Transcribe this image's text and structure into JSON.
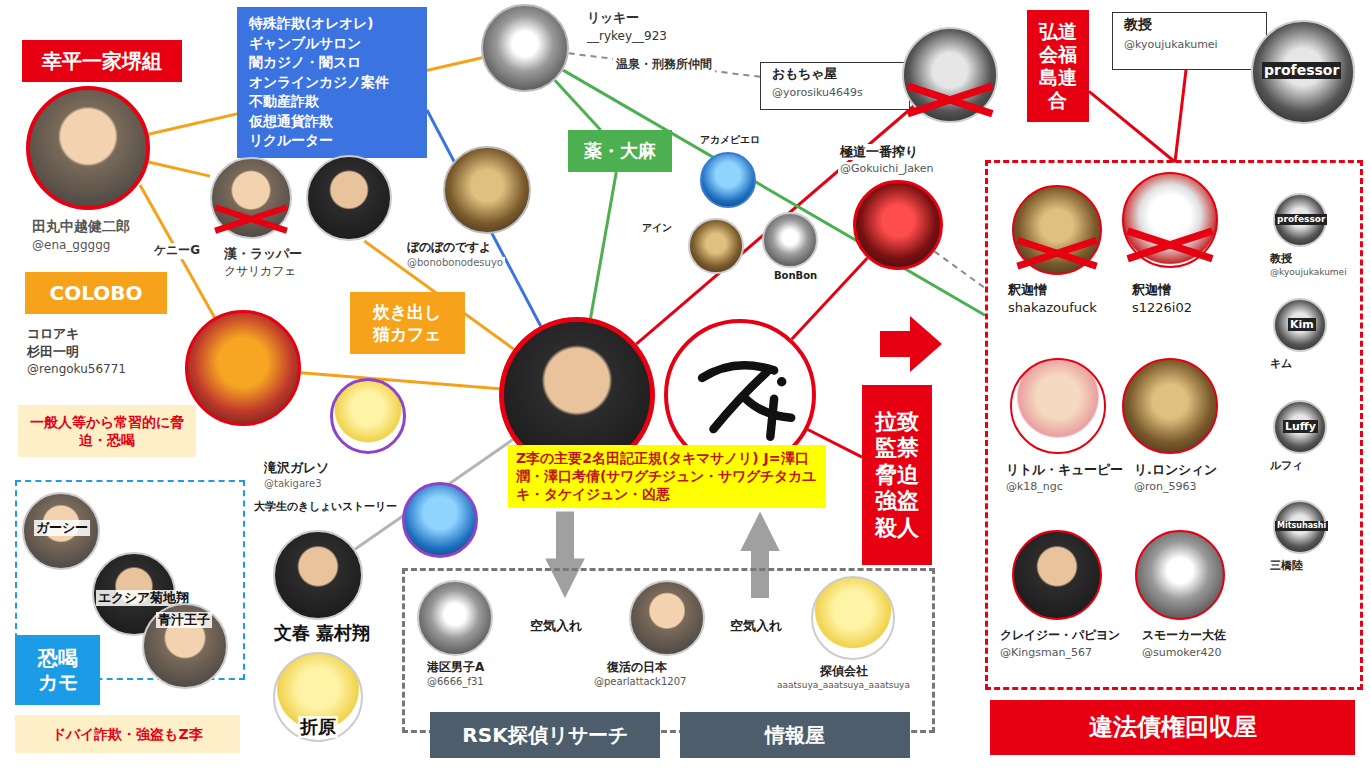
{
  "diagram": {
    "nodes": [
      {
        "text": [
          "幸平一家堺組"
        ]
      },
      {
        "text": [
          "田丸中越健二郎",
          "@ena_ggggg"
        ]
      },
      {
        "text": [
          "特殊詐欺(オレオレ)",
          "ギャンブルサロン",
          "闇カジノ・闇スロ",
          "オンラインカジノ案件",
          "不動産詐欺",
          "仮想通貨詐欺",
          "リクルーター"
        ]
      },
      {
        "text": [
          "リッキー",
          "__rykey__923"
        ]
      },
      {
        "text": [
          "漢・ラッパー",
          "クサリカフェ"
        ]
      },
      {
        "text": [
          "ぼのぼのですよ",
          "@bonobonodesuyo"
        ]
      },
      {
        "text": [
          "COLOBO"
        ]
      },
      {
        "text": [
          "コロアキ",
          "杉田一明",
          "@rengoku56771"
        ]
      },
      {
        "text": [
          "炊き出し猫カフェ"
        ]
      },
      {
        "text": [
          "一般人等から常習的に脅迫・恐喝"
        ]
      },
      {
        "text": [
          "滝沢ガレソ",
          "@takigare3"
        ]
      },
      {
        "text": [
          "大学生のきしょいストーリー"
        ]
      },
      {
        "text": [
          "恐喝カモ"
        ]
      },
      {
        "text": [
          "ガーシー"
        ],
        "in": 12
      },
      {
        "text": [
          "エクシア菊地翔"
        ],
        "in": 12
      },
      {
        "text": [
          "青汁王子"
        ],
        "in": 12
      },
      {
        "text": [
          "ドバイ詐欺・強盗もZ李"
        ]
      },
      {
        "text": [
          "文春 嘉村翔"
        ]
      },
      {
        "text": [
          "折原"
        ]
      },
      {
        "text": [
          "Z李の主要2名田記正規(タキマサノリ) J=澤口潤・澤口考倩(サワグチジュン・サワグチタカユキ・タケイジュン・凶悪"
        ]
      },
      {
        "text": [
          "薬・大麻"
        ]
      },
      {
        "text": [
          "おもちゃ屋",
          "@yorosiku4649s"
        ]
      },
      {
        "text": [
          "弘道会福島連合"
        ]
      },
      {
        "text": [
          "教授",
          "@kyoujukakumei",
          "professor"
        ]
      },
      {
        "text": [
          "アカメピエロ"
        ]
      },
      {
        "text": [
          "BonBon"
        ]
      },
      {
        "text": [
          "アイン"
        ]
      },
      {
        "text": [
          "極道一番搾り",
          "@Gokuichi_Jaken"
        ]
      },
      {
        "text": [
          "拉致監禁脅迫強盗殺人"
        ]
      },
      {
        "text": [
          "違法債権回収屋"
        ]
      },
      {
        "text": [
          "釈迦憎",
          "shakazoufuck"
        ],
        "in": 29
      },
      {
        "text": [
          "釈迦憎",
          "s1226i02"
        ],
        "in": 29
      },
      {
        "text": [
          "professor",
          "教授",
          "@kyoujukakumei"
        ],
        "in": 29
      },
      {
        "text": [
          "Kim",
          "キム"
        ],
        "in": 29
      },
      {
        "text": [
          "Luffy",
          "ルフィ"
        ],
        "in": 29
      },
      {
        "text": [
          "Mitsuhashi",
          "三橋陸"
        ],
        "in": 29
      },
      {
        "text": [
          "リトル・キューピー",
          "@k18_ngc"
        ],
        "in": 29
      },
      {
        "text": [
          "リ.ロンシィン",
          "@ron_5963"
        ],
        "in": 29
      },
      {
        "text": [
          "クレイジー・パピヨン",
          "@Kingsman_567"
        ],
        "in": 29
      },
      {
        "text": [
          "スモーカー大佐",
          "@sumoker420"
        ],
        "in": 29
      },
      {
        "text": [
          "RSK探偵リサーチ",
          "情報屋"
        ]
      },
      {
        "text": [
          "港区男子A",
          "@6666_f31"
        ],
        "in": 40
      },
      {
        "text": [
          "復活の日本",
          "@pearlattack1207"
        ],
        "in": 40
      },
      {
        "text": [
          "探偵会社",
          "aaatsuya_aaatsuya_aaatsuya"
        ],
        "in": 40
      }
    ],
    "edges": [
      {
        "from": 1,
        "to": 3,
        "arrow": "none"
      },
      {
        "from": 1,
        "to": 4,
        "arrow": "none"
      },
      {
        "from": 1,
        "to": 7,
        "arrow": "none",
        "label": "ケニーG"
      },
      {
        "from": 4,
        "to": 19,
        "arrow": "none"
      },
      {
        "from": 7,
        "to": 19,
        "arrow": "none"
      },
      {
        "from": 2,
        "to": 19,
        "arrow": "none"
      },
      {
        "from": 3,
        "to": 20,
        "arrow": "none"
      },
      {
        "from": 20,
        "to": 19,
        "arrow": "none"
      },
      {
        "from": 3,
        "to": 21,
        "arrow": "none",
        "label": "温泉・刑務所仲間"
      },
      {
        "from": 19,
        "to": 21,
        "arrow": "none"
      },
      {
        "from": 19,
        "to": 27,
        "arrow": "none"
      },
      {
        "from": 3,
        "to": 29,
        "arrow": "none"
      },
      {
        "from": 27,
        "to": 29,
        "arrow": "none"
      },
      {
        "from": 19,
        "to": 28,
        "arrow": "none"
      },
      {
        "from": 22,
        "to": 29,
        "arrow": "none"
      },
      {
        "from": 23,
        "to": 29,
        "arrow": "none"
      },
      {
        "from": 19,
        "to": 17,
        "arrow": "none"
      },
      {
        "from": 19,
        "to": 40,
        "arrow": "to"
      },
      {
        "from": 40,
        "to": 19,
        "arrow": "to"
      }
    ],
    "labels": [
      "空気入れ",
      "空気入れ"
    ]
  }
}
